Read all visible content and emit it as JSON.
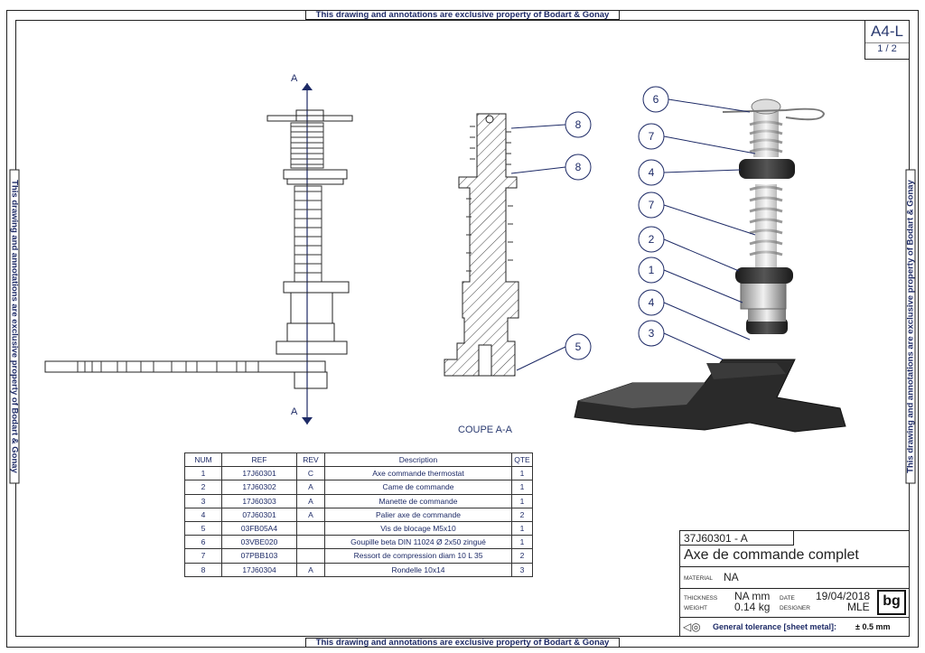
{
  "property_notice": "This drawing and annotations are exclusive property of Bodart & Gonay",
  "sheet": {
    "format": "A4-L",
    "page": "1 / 2"
  },
  "section_markers": {
    "top": "A",
    "bottom": "A"
  },
  "section_label": "COUPE A-A",
  "balloons": {
    "section": [
      "8",
      "8",
      "5"
    ],
    "iso": [
      "6",
      "7",
      "4",
      "7",
      "2",
      "1",
      "4",
      "3"
    ]
  },
  "bom": {
    "headers": [
      "NUM",
      "REF",
      "REV",
      "Description",
      "QTE"
    ],
    "rows": [
      [
        "1",
        "17J60301",
        "C",
        "Axe commande thermostat",
        "1"
      ],
      [
        "2",
        "17J60302",
        "A",
        "Came de commande",
        "1"
      ],
      [
        "3",
        "17J60303",
        "A",
        "Manette de commande",
        "1"
      ],
      [
        "4",
        "07J60301",
        "A",
        "Palier axe de commande",
        "2"
      ],
      [
        "5",
        "03FB05A4",
        "",
        "Vis de blocage M5x10",
        "1"
      ],
      [
        "6",
        "03VBE020",
        "",
        "Goupille beta DIN 11024 Ø 2x50 zingué",
        "1"
      ],
      [
        "7",
        "07PBB103",
        "",
        "Ressort de compression diam 10 L 35",
        "2"
      ],
      [
        "8",
        "17J60304",
        "A",
        "Rondelle 10x14",
        "3"
      ]
    ]
  },
  "title_block": {
    "part_number": "37J60301 - A",
    "title": "Axe de commande complet",
    "material_label": "MATERIAL",
    "material": "NA",
    "thickness_label": "THICKNESS",
    "thickness": "NA mm",
    "weight_label": "WEIGHT",
    "weight": "0.14 kg",
    "date_label": "DATE",
    "date": "19/04/2018",
    "designer_label": "DESIGNER",
    "designer": "MLE",
    "logo": "bg",
    "tolerance_label": "General tolerance [sheet metal]:",
    "tolerance_value": "± 0.5 mm"
  }
}
